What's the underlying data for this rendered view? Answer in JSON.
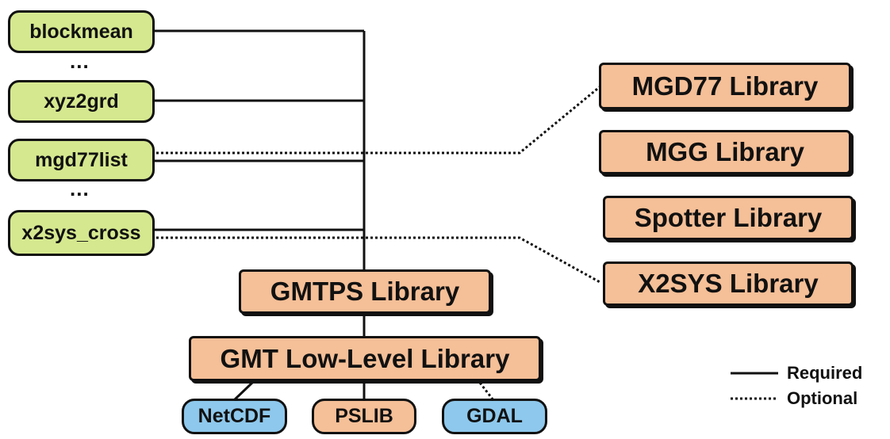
{
  "programs": {
    "blockmean": "blockmean",
    "ellipsis_1": "...",
    "xyz2grd": "xyz2grd",
    "mgd77list": "mgd77list",
    "ellipsis_2": "...",
    "x2sys_cross": "x2sys_cross"
  },
  "libraries": {
    "mgd77": "MGD77 Library",
    "mgg": "MGG Library",
    "spotter": "Spotter Library",
    "x2sys": "X2SYS Library",
    "gmtps": "GMTPS Library",
    "gmt_low_level": "GMT Low-Level Library"
  },
  "dependencies": {
    "netcdf": "NetCDF",
    "pslib": "PSLIB",
    "gdal": "GDAL"
  },
  "legend": {
    "required": "Required",
    "optional": "Optional"
  },
  "colors": {
    "program_fill": "#d5e88f",
    "library_fill": "#f5bf97",
    "external_fill": "#8ec8ec"
  }
}
